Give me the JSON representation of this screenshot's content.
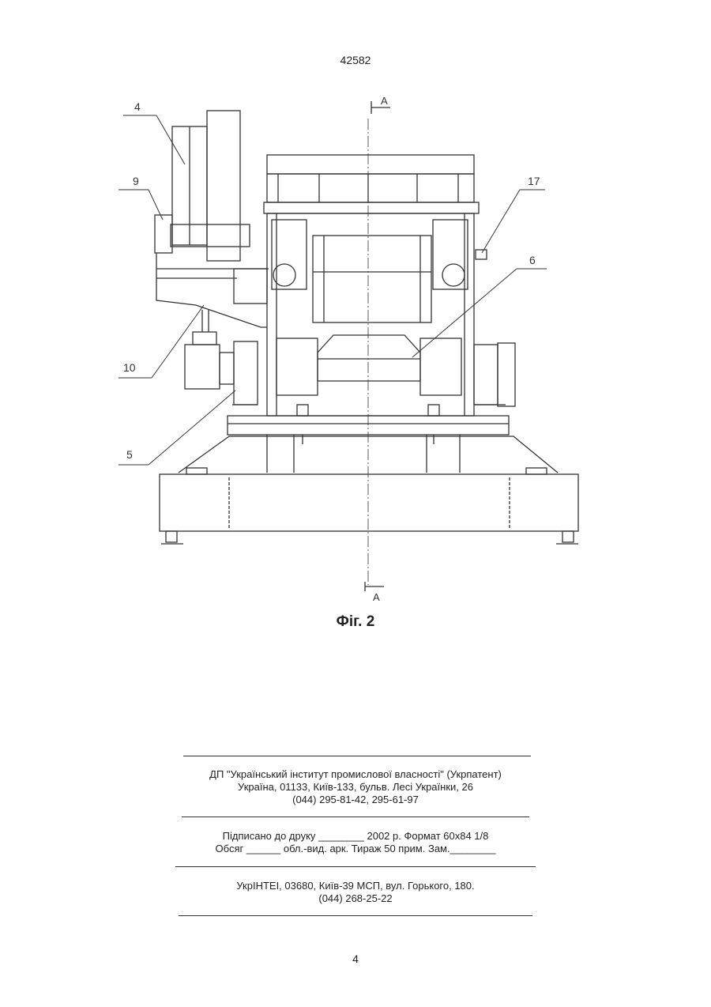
{
  "header": {
    "doc_number": "42582"
  },
  "figure": {
    "caption": "Фіг. 2",
    "section_marker_top": "A",
    "section_marker_bottom": "A",
    "callouts": [
      "4",
      "9",
      "17",
      "6",
      "10",
      "5"
    ]
  },
  "imprint": {
    "publisher": {
      "line1": "ДП \"Український інститут промислової власності\" (Укрпатент)",
      "line2": "Україна, 01133, Київ-133, бульв. Лесі Українки, 26",
      "line3": "(044) 295-81-42, 295-61-97"
    },
    "print_info": {
      "line1": "Підписано до друку ________ 2002 р.    Формат 60x84 1/8",
      "line2": "Обсяг ______ обл.-вид. арк.    Тираж 50 прим.     Зам.________"
    },
    "printer": {
      "line1": "УкрІНТЕІ, 03680, Київ-39 МСП, вул. Горького, 180.",
      "line2": "(044) 268-25-22"
    }
  },
  "footer": {
    "page_number": "4"
  }
}
